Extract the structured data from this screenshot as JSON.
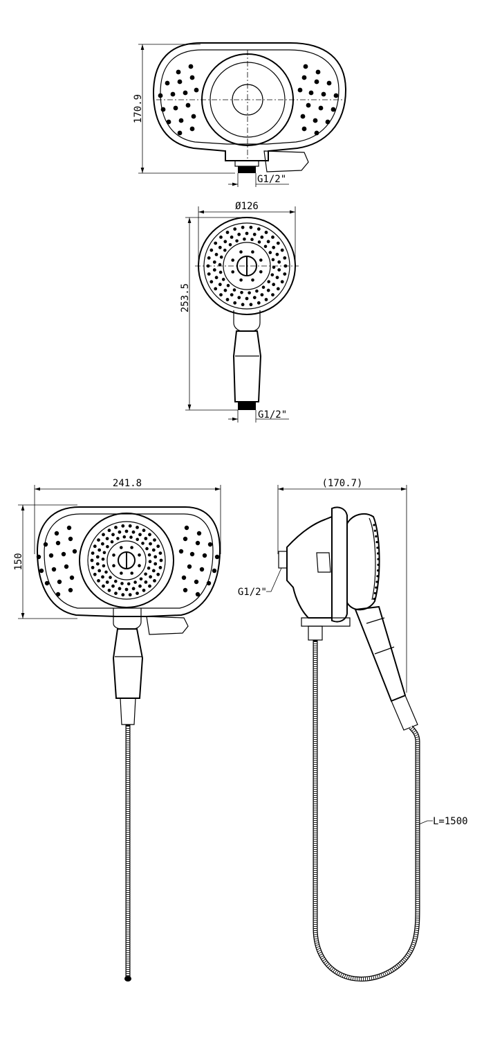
{
  "views": {
    "top": {
      "height": "170.9",
      "thread": "G1/2\""
    },
    "hand_shower": {
      "diameter": "Ø126",
      "length": "253.5",
      "thread": "G1/2\""
    },
    "front": {
      "width": "241.8",
      "height": "150"
    },
    "side": {
      "depth": "(170.7)",
      "thread": "G1/2\"",
      "hose_length": "L=1500"
    }
  }
}
